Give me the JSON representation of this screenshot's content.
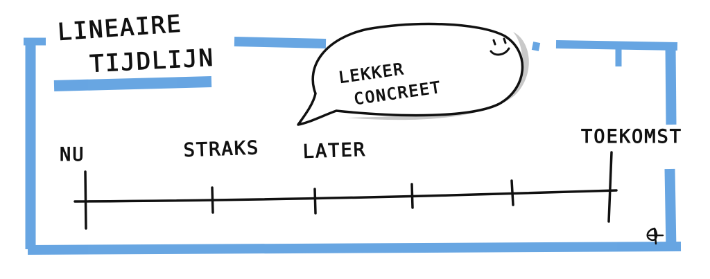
{
  "title": {
    "line1": "LINEAIRE",
    "line2": "TIJDLIJN"
  },
  "speech_bubble": {
    "line1": "LEKKER",
    "line2": "CONCREET",
    "emoticon": "smiley-icon"
  },
  "timeline": {
    "labels": {
      "now": "NU",
      "soon": "STRAKS",
      "later": "LATER",
      "future": "TOEKOMST"
    }
  },
  "signature": "signature-mark",
  "colors": {
    "frame": "#5b9ee0",
    "ink": "#111111",
    "shadow": "#c8c8c8",
    "background": "#ffffff"
  }
}
